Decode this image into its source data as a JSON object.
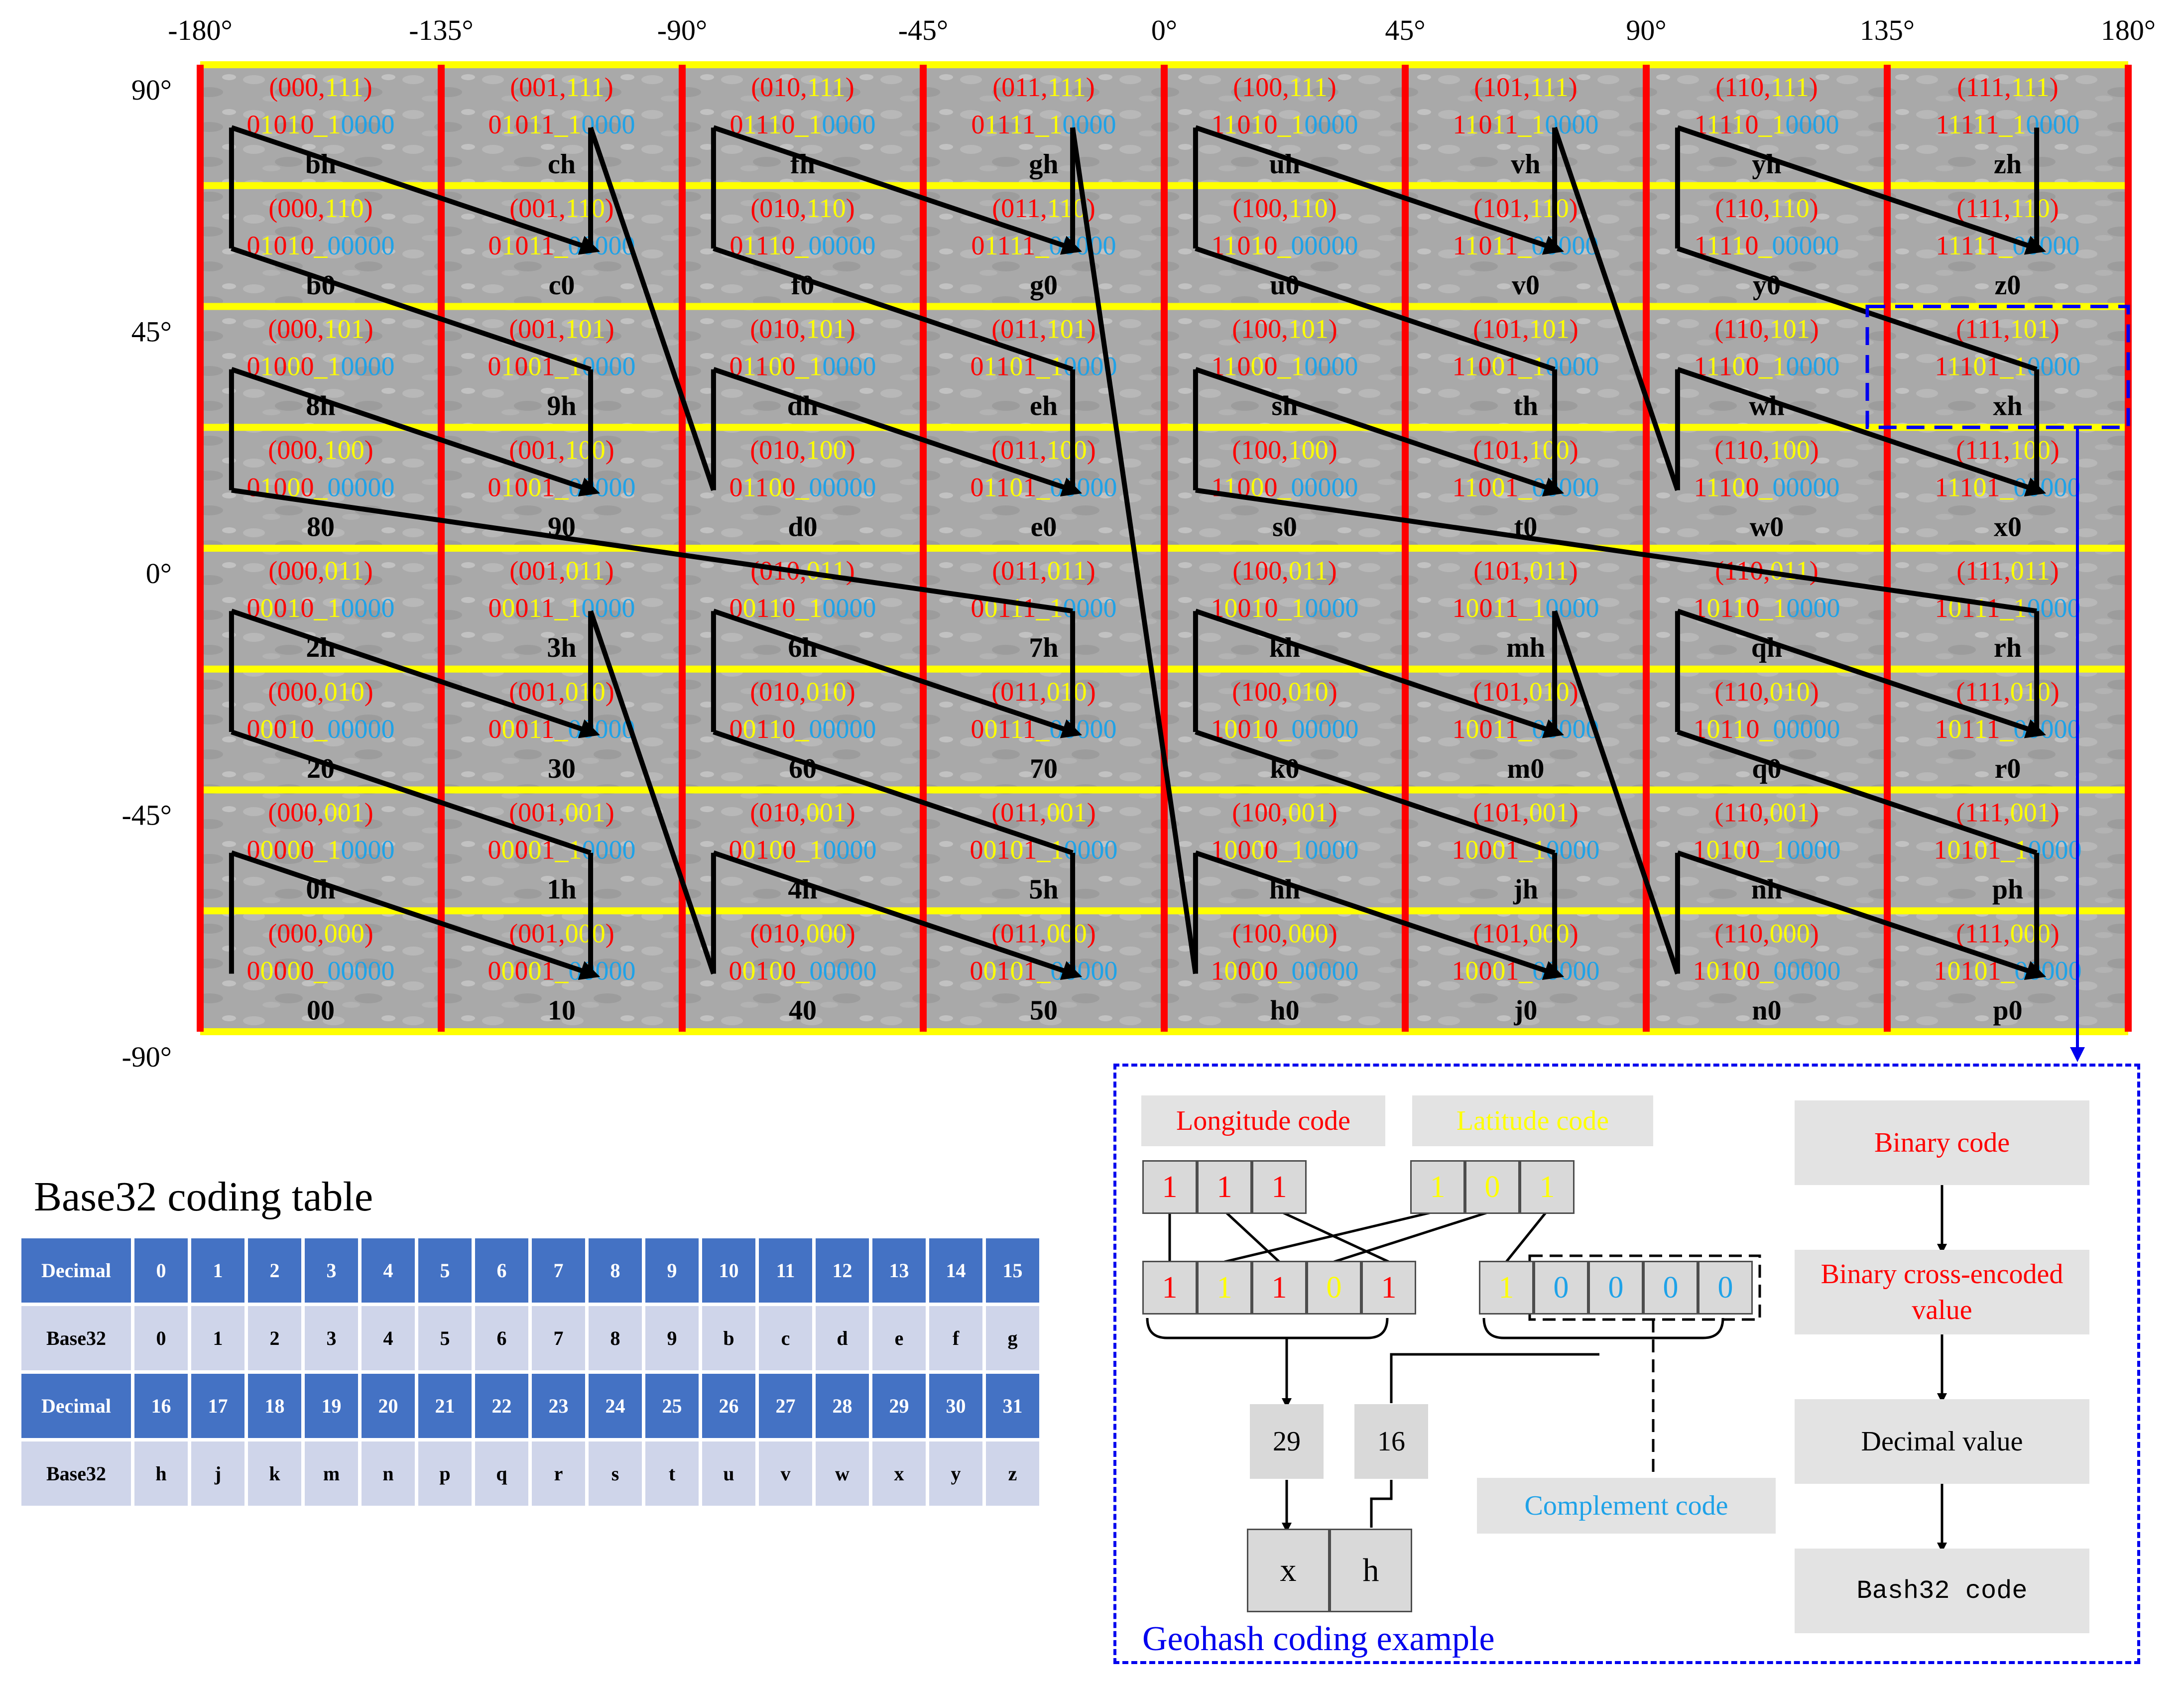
{
  "map": {
    "lon_ticks": [
      "-180°",
      "-135°",
      "-90°",
      "-45°",
      "0°",
      "45°",
      "90°",
      "135°",
      "180°"
    ],
    "lat_ticks": [
      "90°",
      "45°",
      "0°",
      "-45°",
      "-90°"
    ],
    "lon_bits": [
      "000",
      "001",
      "010",
      "011",
      "100",
      "101",
      "110",
      "111"
    ],
    "lat_bits": [
      "111",
      "110",
      "101",
      "100",
      "011",
      "010",
      "001",
      "000"
    ],
    "geohash": [
      [
        "bh",
        "ch",
        "fh",
        "gh",
        "uh",
        "vh",
        "yh",
        "zh"
      ],
      [
        "b0",
        "c0",
        "f0",
        "g0",
        "u0",
        "v0",
        "y0",
        "z0"
      ],
      [
        "8h",
        "9h",
        "dh",
        "eh",
        "sh",
        "th",
        "wh",
        "xh"
      ],
      [
        "80",
        "90",
        "d0",
        "e0",
        "s0",
        "t0",
        "w0",
        "x0"
      ],
      [
        "2h",
        "3h",
        "6h",
        "7h",
        "kh",
        "mh",
        "qh",
        "rh"
      ],
      [
        "20",
        "30",
        "60",
        "70",
        "k0",
        "m0",
        "q0",
        "r0"
      ],
      [
        "0h",
        "1h",
        "4h",
        "5h",
        "hh",
        "jh",
        "nh",
        "ph"
      ],
      [
        "00",
        "10",
        "40",
        "50",
        "h0",
        "j0",
        "n0",
        "p0"
      ]
    ],
    "colors": {
      "longitude": "#ff0000",
      "latitude": "#ffff00",
      "complement": "#1fa2e8",
      "grid_vertical": "#ff0000",
      "grid_horizontal": "#ffff00",
      "highlight": "#0000ee"
    }
  },
  "base32_table": {
    "title": "Base32 coding table",
    "rows": [
      {
        "header": "Decimal",
        "values": [
          "0",
          "1",
          "2",
          "3",
          "4",
          "5",
          "6",
          "7",
          "8",
          "9",
          "10",
          "11",
          "12",
          "13",
          "14",
          "15"
        ]
      },
      {
        "header": "Base32",
        "values": [
          "0",
          "1",
          "2",
          "3",
          "4",
          "5",
          "6",
          "7",
          "8",
          "9",
          "b",
          "c",
          "d",
          "e",
          "f",
          "g"
        ]
      },
      {
        "header": "Decimal",
        "values": [
          "16",
          "17",
          "18",
          "19",
          "20",
          "21",
          "22",
          "23",
          "24",
          "25",
          "26",
          "27",
          "28",
          "29",
          "30",
          "31"
        ]
      },
      {
        "header": "Base32",
        "values": [
          "h",
          "j",
          "k",
          "m",
          "n",
          "p",
          "q",
          "r",
          "s",
          "t",
          "u",
          "v",
          "w",
          "x",
          "y",
          "z"
        ]
      }
    ]
  },
  "example": {
    "title": "Geohash coding example",
    "longitude_code_label": "Longitude code",
    "latitude_code_label": "Latitude code",
    "longitude_bits": [
      "1",
      "1",
      "1"
    ],
    "latitude_bits": [
      "1",
      "0",
      "1"
    ],
    "cross_bits": [
      "1",
      "1",
      "1",
      "0",
      "1"
    ],
    "second_bits": [
      "1",
      "0",
      "0",
      "0",
      "0"
    ],
    "decimal_values": [
      "29",
      "16"
    ],
    "chars": [
      "x",
      "h"
    ],
    "complement_label": "Complement code",
    "flow": [
      "Binary code",
      "Binary cross-encoded value",
      "Decimal value",
      "Bash32 code"
    ]
  }
}
